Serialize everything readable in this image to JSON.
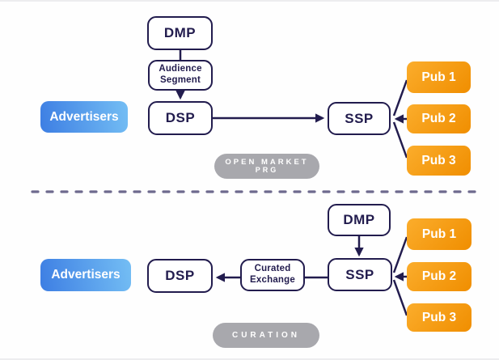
{
  "diagram": {
    "top": {
      "dmp": "DMP",
      "audience_segment": "Audience Segment",
      "advertisers": "Advertisers",
      "dsp": "DSP",
      "ssp": "SSP",
      "pubs": [
        "Pub 1",
        "Pub 2",
        "Pub 3"
      ],
      "badge_line1": "Open Market",
      "badge_line2": "PRG"
    },
    "bottom": {
      "dmp": "DMP",
      "advertisers": "Advertisers",
      "dsp": "DSP",
      "curated_exchange": "Curated Exchange",
      "ssp": "SSP",
      "pubs": [
        "Pub 1",
        "Pub 2",
        "Pub 3"
      ],
      "badge": "CURATION"
    },
    "colors": {
      "node_outline": "#221C4E",
      "arrow": "#221C4E",
      "advertisers_gradient_start": "#3D7EE3",
      "advertisers_gradient_end": "#74BEF4",
      "pub_gradient_start": "#FBAD2C",
      "pub_gradient_end": "#F08E00",
      "badge_gray": "#A8A8AD",
      "divider": "#6E6A8E"
    }
  }
}
